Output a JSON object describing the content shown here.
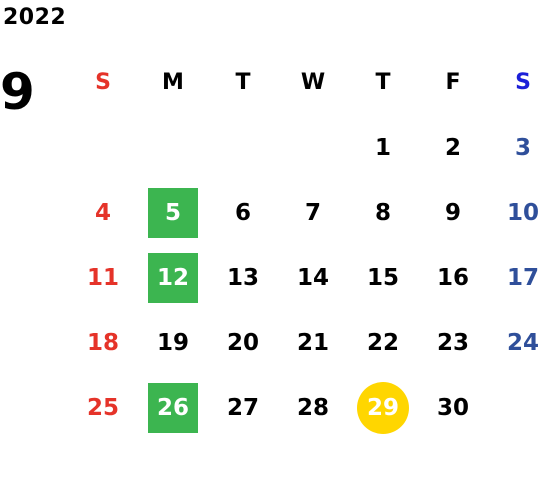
{
  "calendar": {
    "year": "2022",
    "month": "9",
    "weekdays": [
      "S",
      "M",
      "T",
      "W",
      "T",
      "F",
      "S"
    ],
    "weeks": [
      [
        "",
        "",
        "",
        "",
        "1",
        "2",
        "3"
      ],
      [
        "4",
        "5",
        "6",
        "7",
        "8",
        "9",
        "10"
      ],
      [
        "11",
        "12",
        "13",
        "14",
        "15",
        "16",
        "17"
      ],
      [
        "18",
        "19",
        "20",
        "21",
        "22",
        "23",
        "24"
      ],
      [
        "25",
        "26",
        "27",
        "28",
        "29",
        "30",
        ""
      ]
    ]
  },
  "colors": {
    "sunday": "#e53329",
    "saturday_header": "#1c1fd8",
    "saturday": "#2f4f9a",
    "highlight_green": "#3cb550",
    "highlight_yellow": "#ffd600"
  }
}
